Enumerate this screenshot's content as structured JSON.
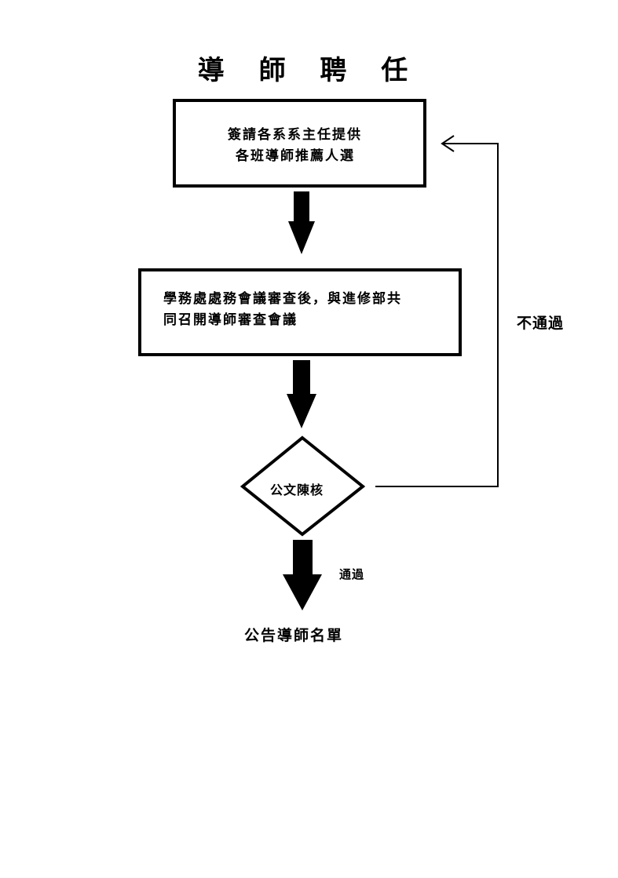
{
  "title": "導 師 聘 任",
  "step1": {
    "line1": "簽請各系系主任提供",
    "line2": "各班導師推薦人選"
  },
  "step2": {
    "line1": "學務處處務會議審查後，與進修部共",
    "line2": "同召開導師審查會議"
  },
  "decision": {
    "label": "公文陳核"
  },
  "fail_label": "不通過",
  "pass_label": "通過",
  "result": "公告導師名單"
}
